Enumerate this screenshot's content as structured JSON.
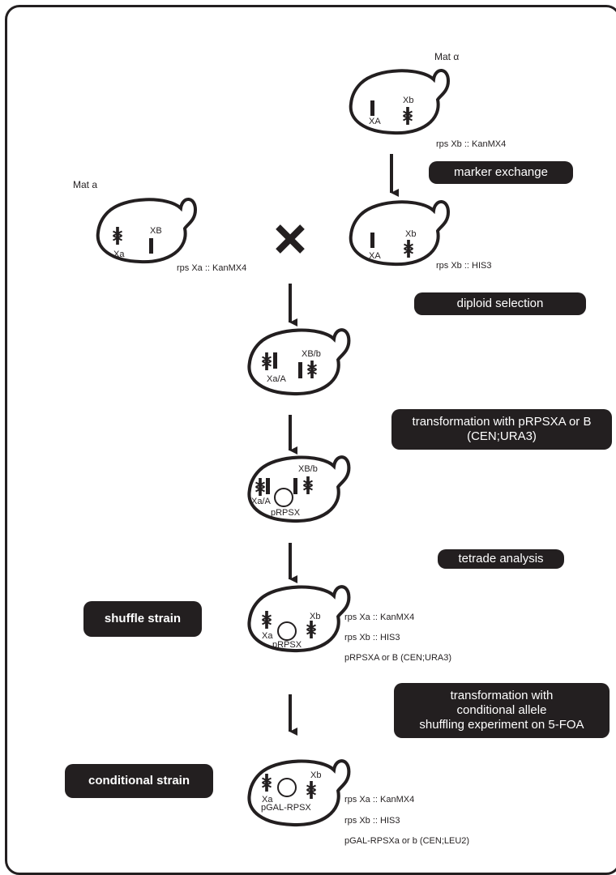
{
  "mating_types": {
    "alpha": "Mat α",
    "a": "Mat a"
  },
  "steps": {
    "marker_exchange": "marker exchange",
    "diploid_selection": "diploid selection",
    "transformation_1_line1": "transformation with pRPSXA or B",
    "transformation_1_line2": "(CEN;URA3)",
    "tetrade_analysis": "tetrade analysis",
    "transformation_2_line1": "transformation with",
    "transformation_2_line2": "conditional allele",
    "transformation_2_line3": "shuffling experiment on 5-FOA"
  },
  "strains": {
    "shuffle": "shuffle strain",
    "conditional": "conditional strain"
  },
  "cell_labels": {
    "XA": "XA",
    "Xb": "Xb",
    "Xa": "Xa",
    "XB": "XB",
    "XaA": "Xa/A",
    "XBb": "XB/b",
    "pRPSX": "pRPSX",
    "pGAL_RPSX": "pGAL-RPSX"
  },
  "genotypes": {
    "alpha_kan": "rps Xb :: KanMX4",
    "alpha_his": "rps Xb :: HIS3",
    "a_kan": "rps Xa :: KanMX4",
    "shuffle": [
      "rps Xa :: KanMX4",
      "rps Xb :: HIS3",
      "pRPSXA or B (CEN;URA3)"
    ],
    "conditional": [
      "rps Xa :: KanMX4",
      "rps Xb :: HIS3",
      "pGAL-RPSXa or b (CEN;LEU2)"
    ]
  },
  "cross_symbol": "cross-x"
}
